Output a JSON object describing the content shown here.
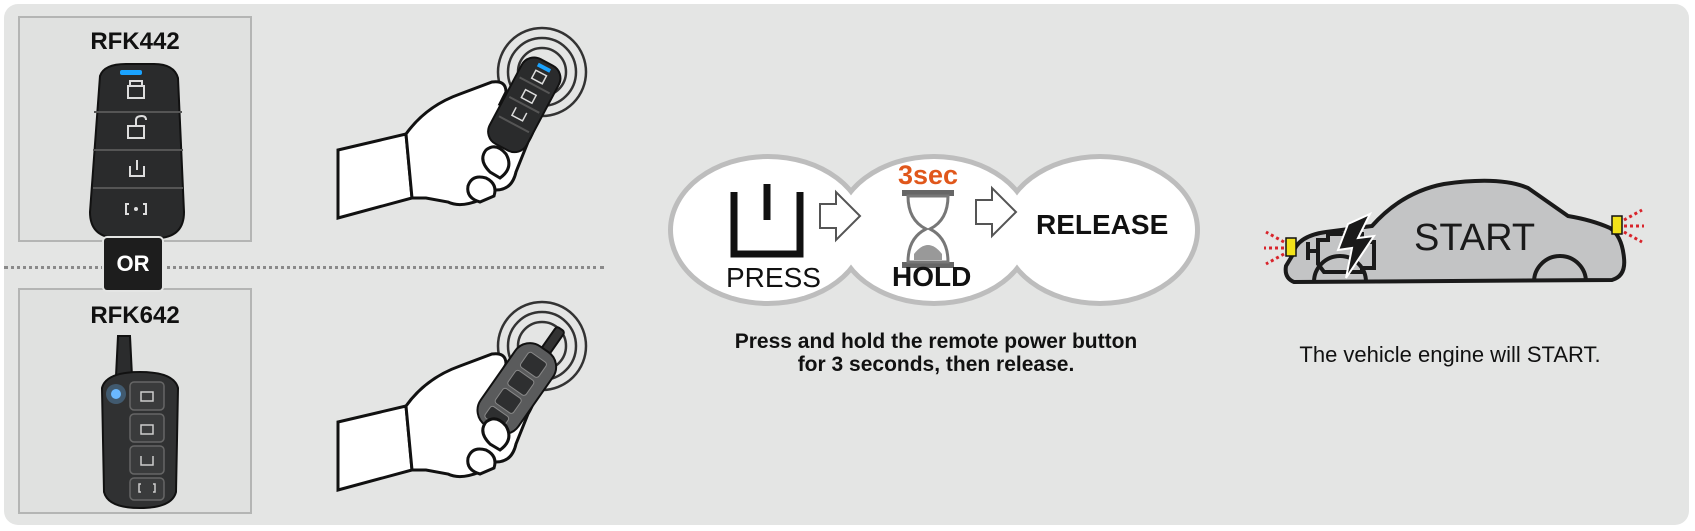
{
  "remotes": {
    "top_title": "RFK442",
    "bottom_title": "RFK642",
    "or_label": "OR"
  },
  "process": {
    "press_label": "PRESS",
    "duration_label": "3sec",
    "hold_label": "HOLD",
    "release_label": "RELEASE",
    "instruction_line1": "Press and hold the remote power button",
    "instruction_line2": "for 3 seconds, then release."
  },
  "vehicle": {
    "start_label": "START",
    "caption": "The vehicle engine will START."
  },
  "colors": {
    "accent": "#e0571b",
    "panel": "#e4e5e4",
    "lamp": "#f2e21a",
    "flash": "#d8242b"
  }
}
